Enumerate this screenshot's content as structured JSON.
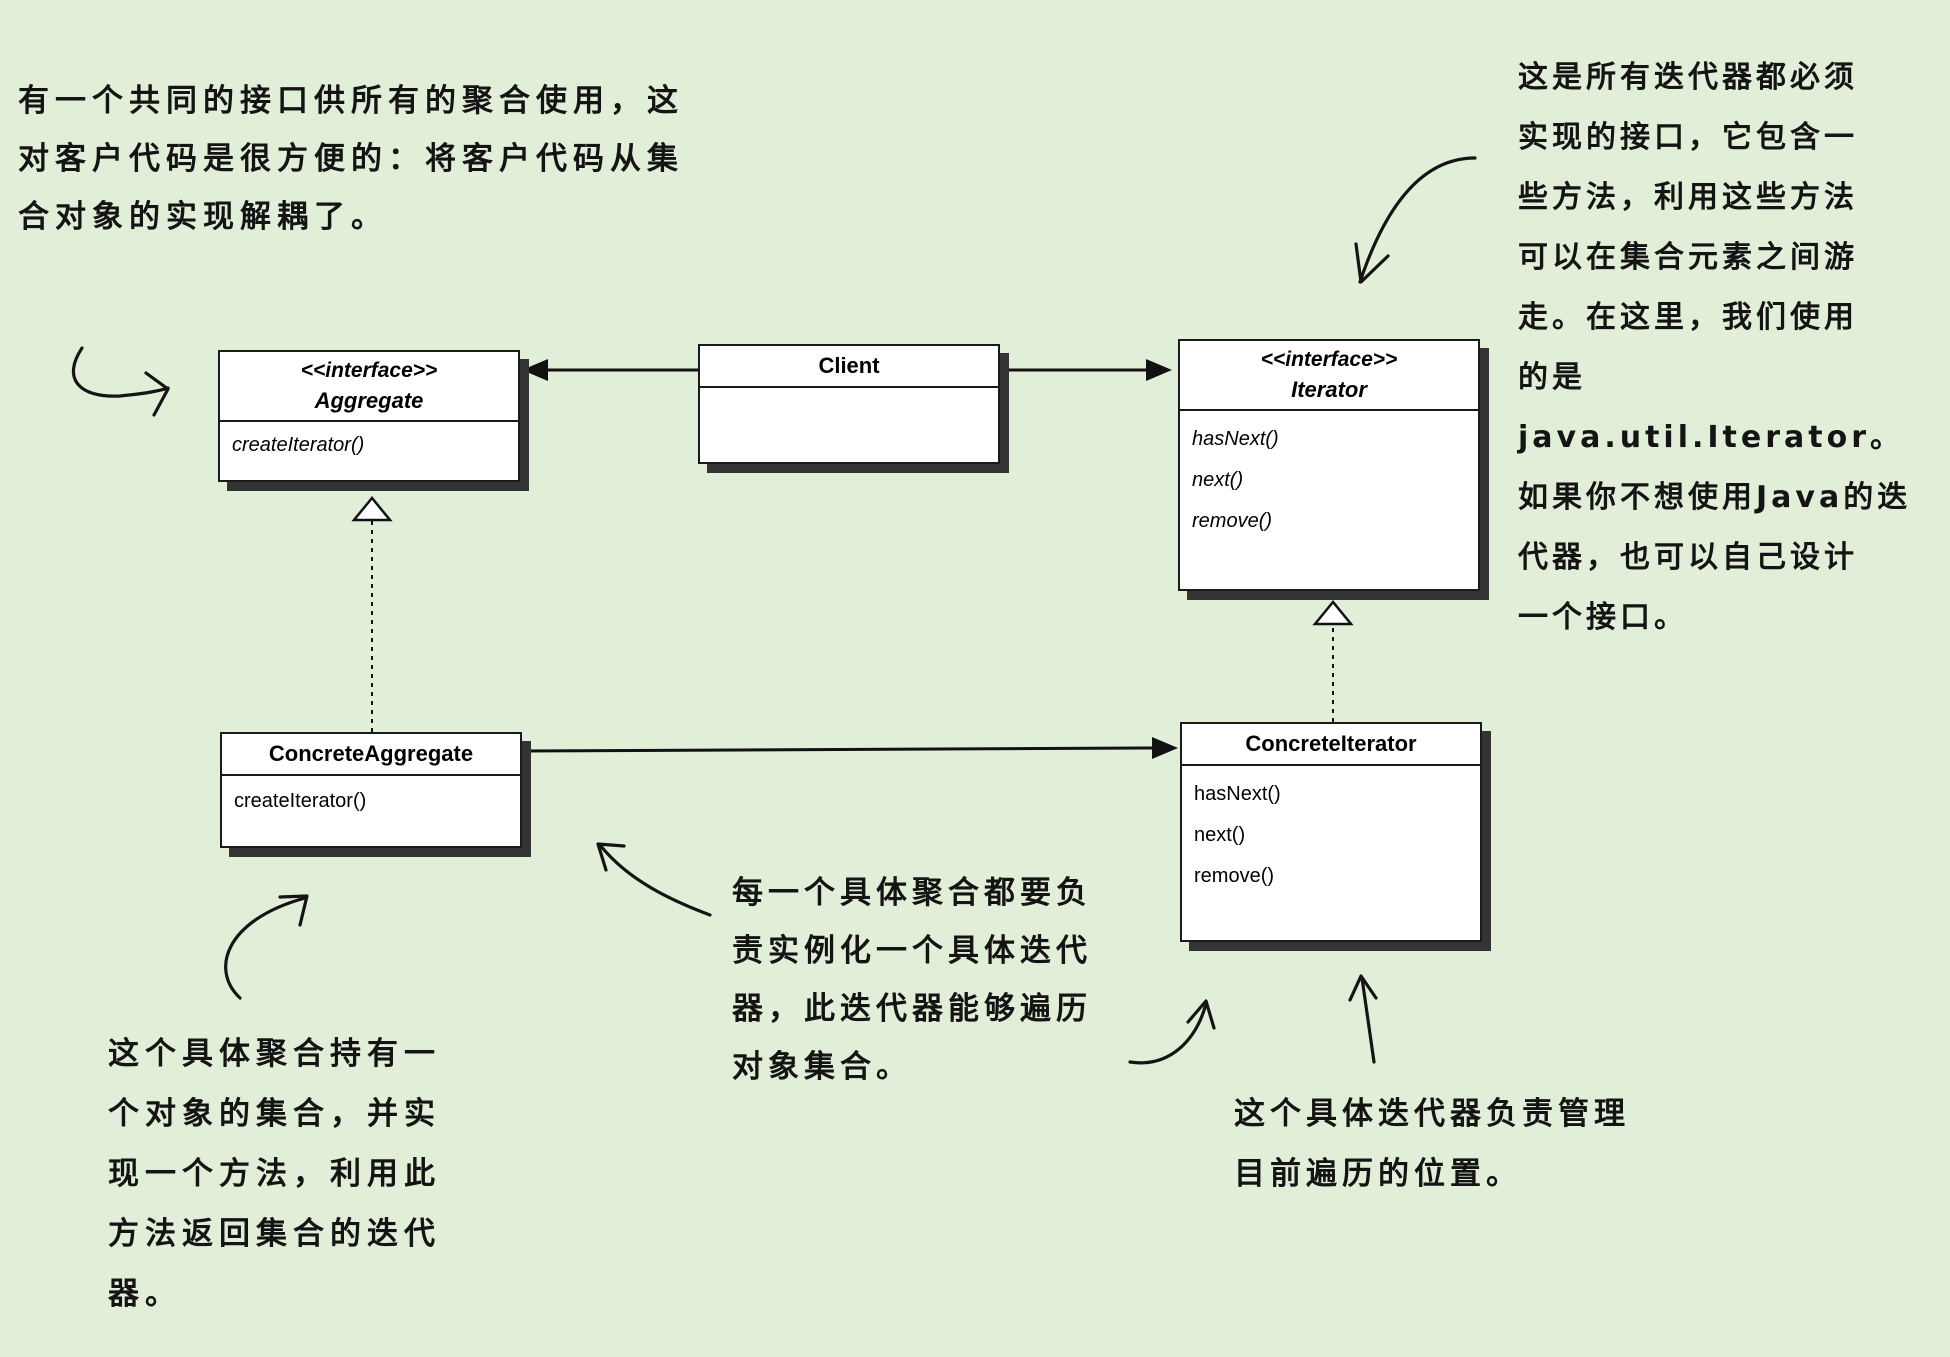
{
  "classes": {
    "aggregate": {
      "stereotype": "<<interface>>",
      "name": "Aggregate",
      "methods": [
        "createIterator()"
      ]
    },
    "client": {
      "name": "Client",
      "methods": []
    },
    "iterator": {
      "stereotype": "<<interface>>",
      "name": "Iterator",
      "methods": [
        "hasNext()",
        "next()",
        "remove()"
      ]
    },
    "concrete_aggregate": {
      "name": "ConcreteAggregate",
      "methods": [
        "createIterator()"
      ]
    },
    "concrete_iterator": {
      "name": "ConcreteIterator",
      "methods": [
        "hasNext()",
        "next()",
        "remove()"
      ]
    }
  },
  "notes": {
    "aggregate_note": "有一个共同的接口供所有的聚合使用，这\n对客户代码是很方便的：将客户代码从集\n合对象的实现解耦了。",
    "iterator_note": "这是所有迭代器都必须\n实现的接口，它包含一\n些方法，利用这些方法\n可以在集合元素之间游\n走。在这里，我们使用\n的是java.util.Iterator。\n如果你不想使用Java的迭\n代器，也可以自己设计\n一个接口。",
    "create_note": "每一个具体聚合都要负\n责实例化一个具体迭代\n器，此迭代器能够遍历\n对象集合。",
    "concrete_aggregate_note": "这个具体聚合持有一\n个对象的集合，并实\n现一个方法，利用此\n方法返回集合的迭代\n器。",
    "concrete_iterator_note": "这个具体迭代器负责管理\n目前遍历的位置。"
  },
  "colors": {
    "background": "#e2efd8",
    "ink": "#141414",
    "box": "#ffffff",
    "shadow": "#333333"
  }
}
